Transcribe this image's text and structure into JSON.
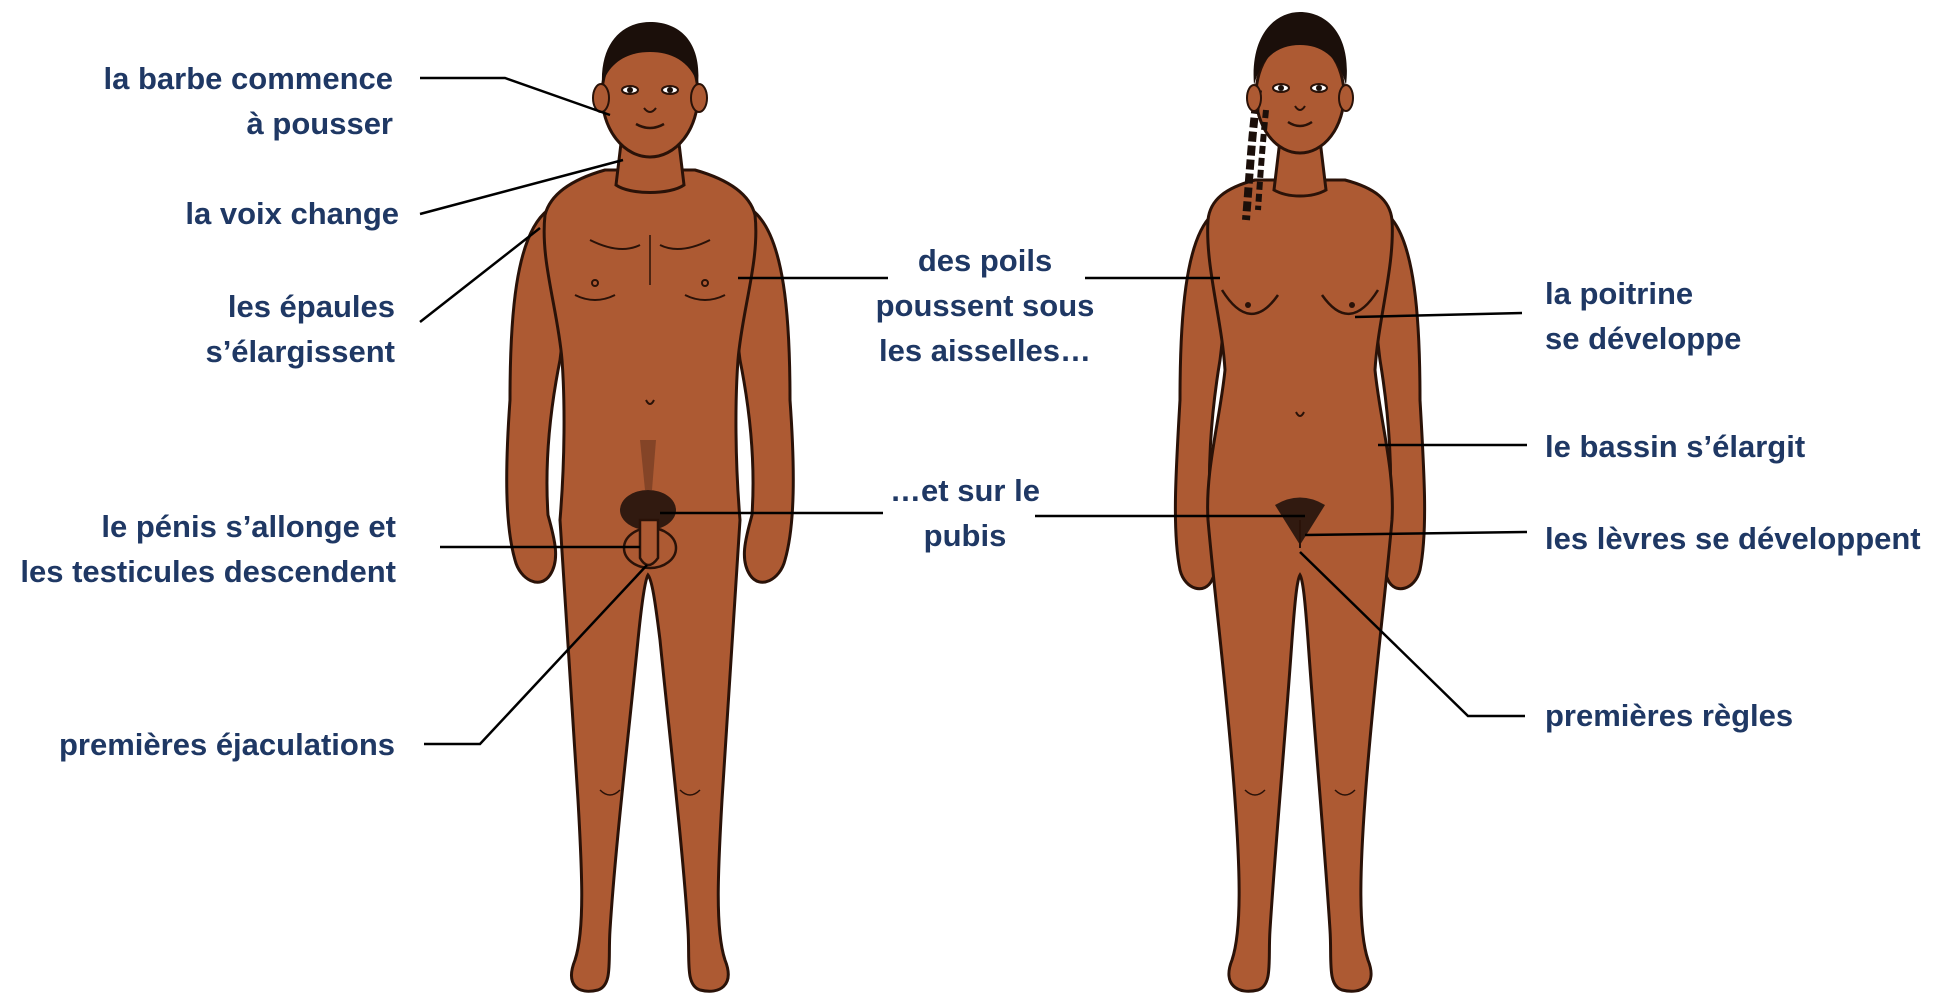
{
  "colors": {
    "label_text": "#1f3864",
    "skin": "#ad5a33",
    "skin_outline": "#2a1208",
    "hair": "#1b0f0a",
    "leader_line": "#000000"
  },
  "boy_labels": {
    "beard": [
      "la barbe commence",
      "à pousser"
    ],
    "voice": [
      "la voix change"
    ],
    "shoulders": [
      "les épaules",
      "s’élargissent"
    ],
    "penis": [
      "le pénis s’allonge et",
      "les testicules descendent"
    ],
    "ejaculation": [
      "premières éjaculations"
    ]
  },
  "shared_labels": {
    "armpit_hair": [
      "des poils",
      "poussent sous",
      "les aisselles…"
    ],
    "pubic_hair": [
      "…et sur le",
      "pubis"
    ]
  },
  "girl_labels": {
    "breasts": [
      "la poitrine",
      "se développe"
    ],
    "hips": [
      "le bassin s’élargit"
    ],
    "labia": [
      "les lèvres se développent"
    ],
    "periods": [
      "premières règles"
    ]
  }
}
